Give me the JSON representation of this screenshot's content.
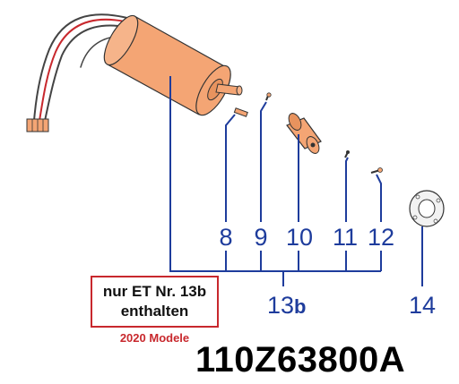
{
  "callouts": {
    "c8": "8",
    "c9": "9",
    "c10": "10",
    "c11": "11",
    "c12": "12",
    "c13": "13",
    "c13_suffix": "b",
    "c14": "14"
  },
  "note": {
    "line1": "nur ET Nr. 13b",
    "line2": "enthalten",
    "models": "2020 Modele"
  },
  "part_number": "110Z63800A",
  "colors": {
    "leader_lines": "#1e3c9c",
    "motor_body": "#f4a574",
    "note_border": "#c8282d",
    "note_models": "#c8282d"
  }
}
